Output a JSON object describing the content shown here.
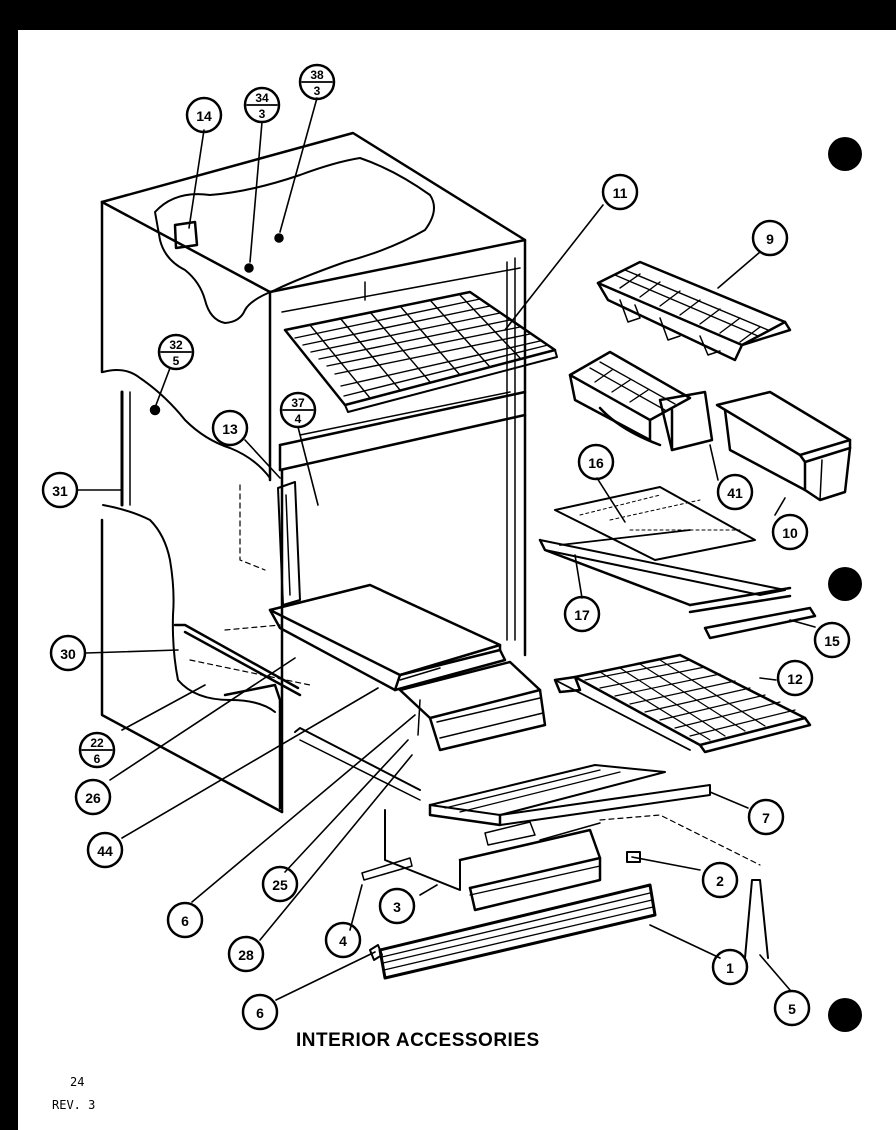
{
  "title": "INTERIOR ACCESSORIES",
  "page": "24",
  "revision": "REV. 3",
  "callouts": {
    "c14": "14",
    "c34": {
      "top": "34",
      "bottom": "3"
    },
    "c38": {
      "top": "38",
      "bottom": "3"
    },
    "c11": "11",
    "c9": "9",
    "c32": {
      "top": "32",
      "bottom": "5"
    },
    "c37": {
      "top": "37",
      "bottom": "4"
    },
    "c13": "13",
    "c31": "31",
    "c41": "41",
    "c10": "10",
    "c16": "16",
    "c17": "17",
    "c15": "15",
    "c30": "30",
    "c12": "12",
    "c22": {
      "top": "22",
      "bottom": "6"
    },
    "c26a": "26",
    "c44": "44",
    "c7": "7",
    "c2": "2",
    "c6a": "6",
    "c25": "25",
    "c3": "3",
    "c28": "28",
    "c4": "4",
    "c1": "1",
    "c6b": "6",
    "c5": "5"
  }
}
